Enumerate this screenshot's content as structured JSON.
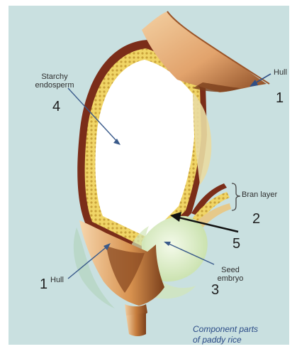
{
  "labels": {
    "starchy_endosperm_line1": "Starchy",
    "starchy_endosperm_line2": "endosperm",
    "hull_top": "Hull",
    "hull_bottom": "Hull",
    "bran_layer": "Bran layer",
    "seed_embryo_line1": "Seed",
    "seed_embryo_line2": "embryo"
  },
  "numbers": {
    "endosperm": "4",
    "hull_top": "1",
    "hull_bottom": "1",
    "bran_layer": "2",
    "arrow_5": "5",
    "seed_embryo": "3"
  },
  "caption": {
    "line1": "Component parts",
    "line2": "of paddy rice"
  },
  "colors": {
    "background": "#c9e0e0",
    "hull_light": "#f1c38f",
    "hull_dark": "#8a4a22",
    "pericarp": "#7b2d19",
    "aleurone": "#e2c64a",
    "endosperm": "#ffffff",
    "embryo": "#d8ecc1",
    "caption": "#2a4a86"
  }
}
